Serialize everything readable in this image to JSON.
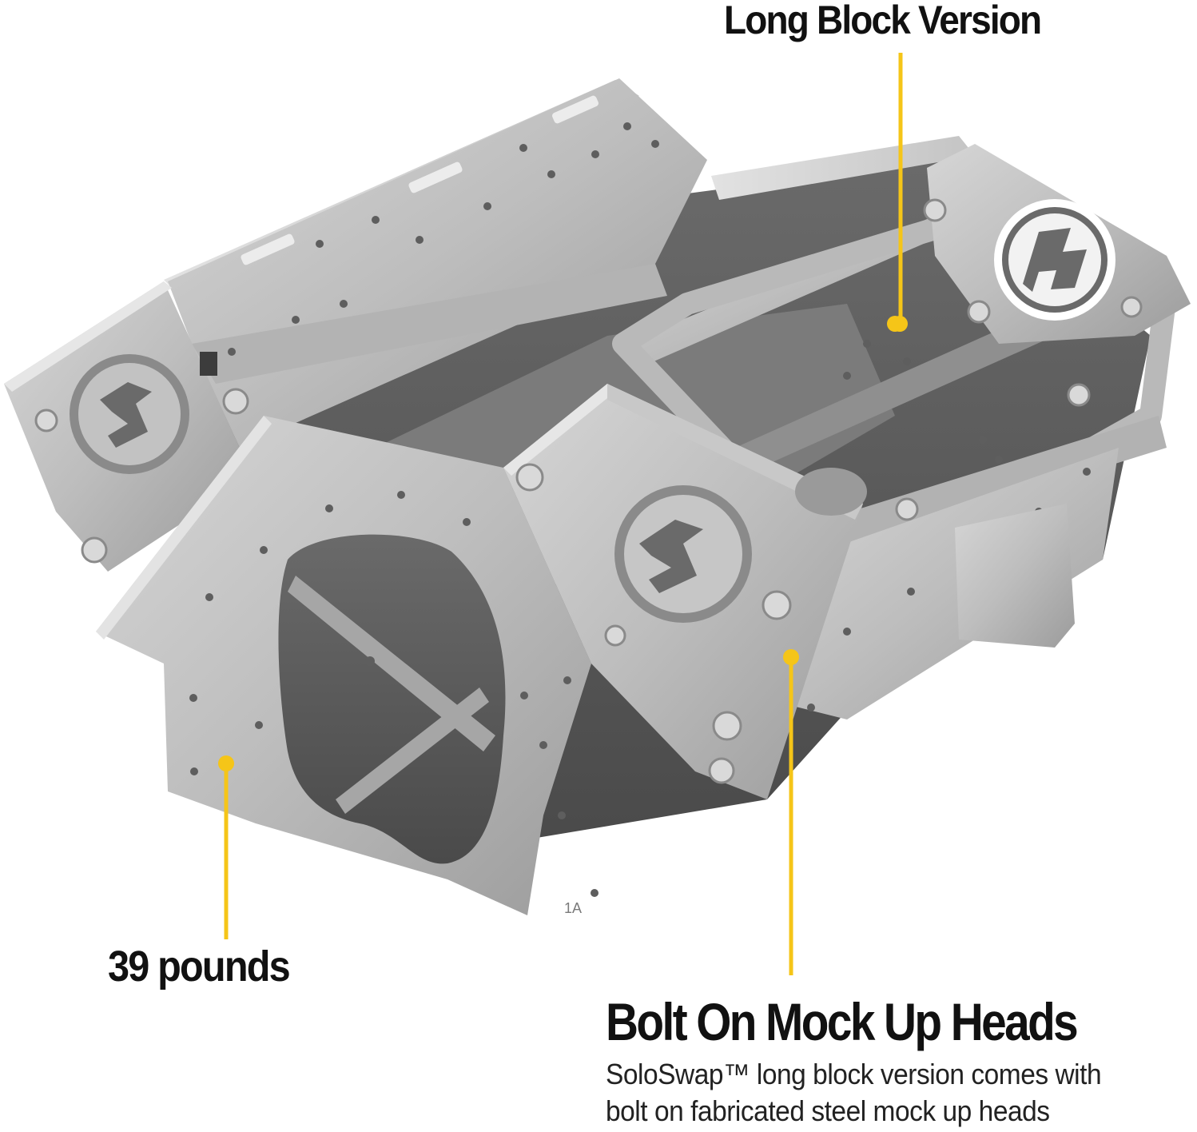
{
  "colors": {
    "accent_yellow": "#f5c518",
    "metal_light": "#c9c9c9",
    "metal_mid": "#a9a9a9",
    "metal_dark": "#7d7d7d",
    "interior_dark": "#5a5a5a",
    "text": "#111111"
  },
  "callouts": {
    "long_block": "Long Block Version",
    "weight": "39 pounds",
    "heads_title": "Bolt On Mock Up Heads",
    "heads_description_line1": "SoloSwap™ long block version comes with",
    "heads_description_line2": "bolt on fabricated steel mock up heads"
  },
  "engraving": {
    "stamp_left": "1A"
  },
  "icons": {
    "logo": "soloswap-ss-logo"
  }
}
